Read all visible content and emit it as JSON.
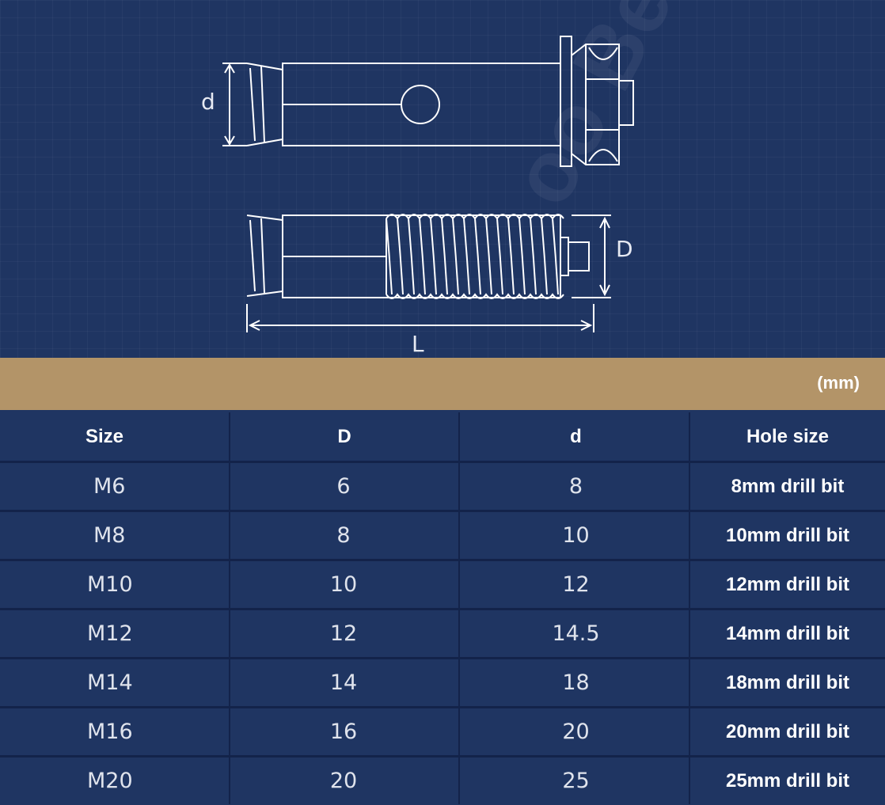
{
  "diagram": {
    "label_d": "d",
    "label_D": "D",
    "label_L": "L"
  },
  "unit_label": "(mm)",
  "watermark": "oo Better",
  "table": {
    "headers": [
      "Size",
      "D",
      "d",
      "Hole size"
    ],
    "rows": [
      [
        "M6",
        "6",
        "8",
        "8mm drill bit"
      ],
      [
        "M8",
        "8",
        "10",
        "10mm drill bit"
      ],
      [
        "M10",
        "10",
        "12",
        "12mm drill bit"
      ],
      [
        "M12",
        "12",
        "14.5",
        "14mm drill bit"
      ],
      [
        "M14",
        "14",
        "18",
        "18mm drill bit"
      ],
      [
        "M16",
        "16",
        "20",
        "20mm drill bit"
      ],
      [
        "M20",
        "20",
        "25",
        "25mm drill bit"
      ]
    ]
  },
  "colors": {
    "background": "#1f3562",
    "band": "#b39468",
    "line": "#ffffff"
  }
}
